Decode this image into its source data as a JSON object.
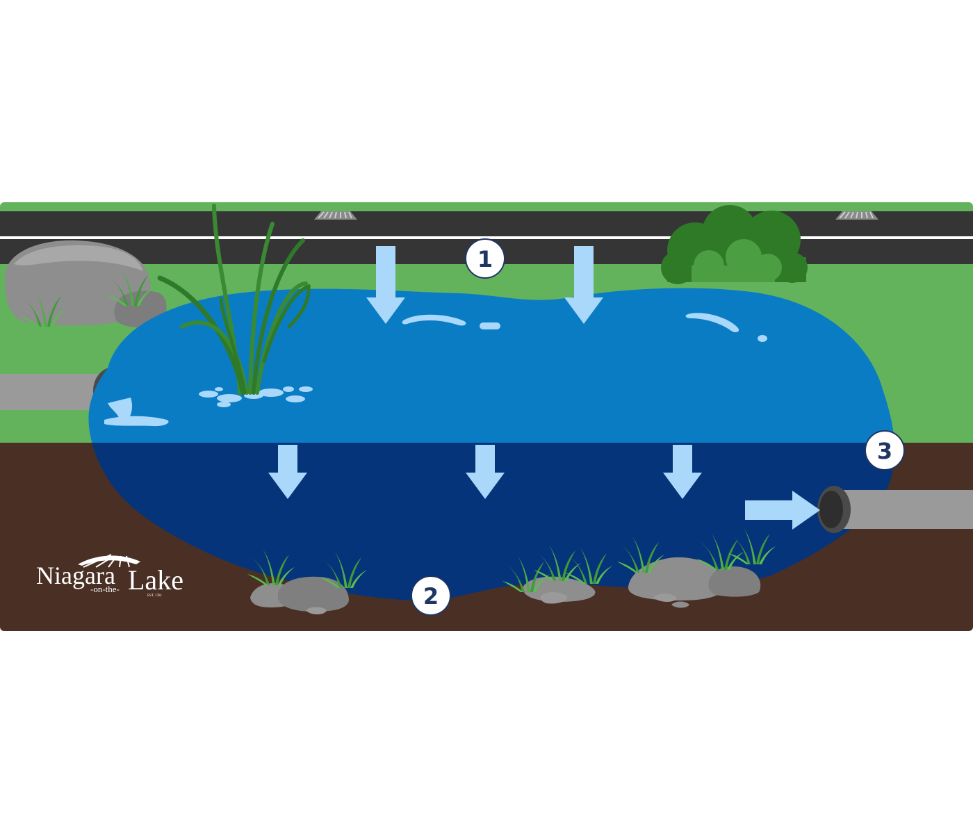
{
  "markers": [
    {
      "id": "1",
      "label": "1"
    },
    {
      "id": "2",
      "label": "2"
    },
    {
      "id": "3",
      "label": "3"
    }
  ],
  "logo": {
    "line1_left": "Niagara",
    "line1_right": "Lake",
    "line2": "-on-the-",
    "established": "EST. 1781"
  },
  "colors": {
    "grass": "#63b35c",
    "road": "#353535",
    "pond_surface": "#0a7cc4",
    "pond_deep": "#06347a",
    "soil": "#4a2f24",
    "arrow": "#a9d8fa",
    "badge_text": "#1f3563",
    "rock": "#8e8e8e",
    "pipe": "#9a9a9a"
  },
  "icons": [
    "storm-drain-icon",
    "rock-icon",
    "cattail-plant-icon",
    "shrub-icon",
    "inlet-pipe-icon",
    "outlet-pipe-icon",
    "down-arrow-icon",
    "right-arrow-icon",
    "grass-tuft-icon"
  ]
}
